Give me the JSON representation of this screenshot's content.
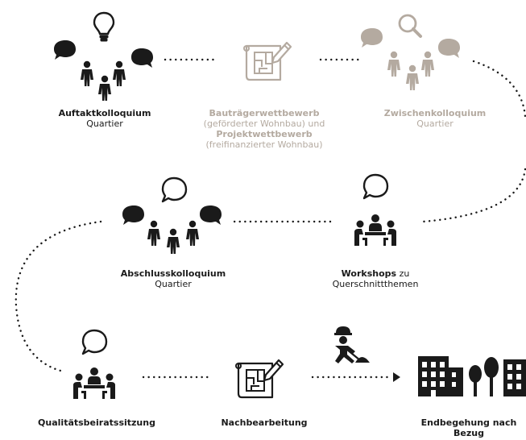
{
  "colors": {
    "dark": "#1a1a1a",
    "muted": "#b4aaa0"
  },
  "stages": [
    {
      "id": "auftakt",
      "title": "Auftaktkolloquium",
      "subtitle": "Quartier",
      "icon": "kickoff-meeting-icon"
    },
    {
      "id": "bautraeger",
      "title1": "Bauträgerwettbewerb",
      "text1": "(geförderter Wohnbau) und",
      "title2": "Projektwettbewerb",
      "text2": "(freifinanzierter Wohnbau)",
      "icon": "blueprint-icon"
    },
    {
      "id": "zwischen",
      "title": "Zwischenkolloquium",
      "subtitle": "Quartier",
      "icon": "review-meeting-icon"
    },
    {
      "id": "workshops",
      "title": "Workshops",
      "title_suffix": " zu",
      "subtitle": "Querschnittthemen",
      "icon": "workshop-table-icon"
    },
    {
      "id": "abschluss",
      "title": "Abschlusskolloquium",
      "subtitle": "Quartier",
      "icon": "closing-meeting-icon"
    },
    {
      "id": "qualitaet",
      "title": "Qualitätsbeiratssitzung",
      "icon": "board-meeting-icon"
    },
    {
      "id": "nachbearbeitung",
      "title": "Nachbearbeitung",
      "icon": "blueprint-icon"
    },
    {
      "id": "endbegehung",
      "title": "Endbegehung nach Bezug",
      "title_line1": "Endbegehung nach",
      "title_line2": "Bezug",
      "icon": "buildings-trees-icon"
    }
  ],
  "connectors": "dotted-arrow-path",
  "construction_icon": "construction-worker-icon"
}
